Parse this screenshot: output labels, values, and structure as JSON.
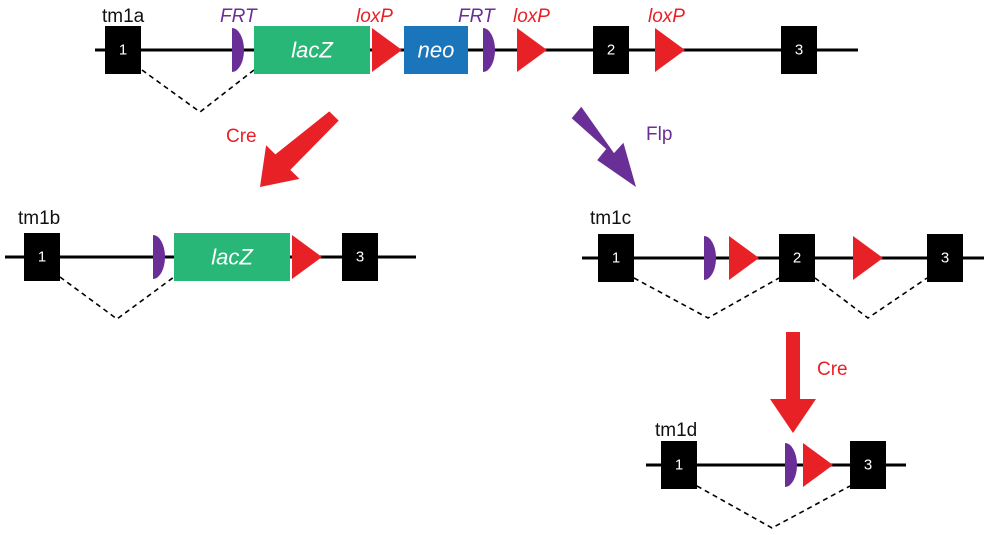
{
  "colors": {
    "exon": "#000000",
    "exon_text": "#ffffff",
    "frt": "#6a2e97",
    "loxp": "#e82127",
    "lacz": "#28b777",
    "neo": "#1b75bb",
    "cre": "#e82127",
    "flp": "#6a2e97",
    "line": "#000000"
  },
  "icons": {
    "frt_site": "purple-half-circle",
    "loxp_site": "red-triangle",
    "exon": "black-box",
    "splice": "dashed-chevron"
  },
  "alleles": {
    "tm1a": {
      "label": "tm1a",
      "site_labels": {
        "frt1": "FRT",
        "loxp1": "loxP",
        "frt2": "FRT",
        "loxp2": "loxP",
        "loxp3": "loxP"
      },
      "exon1": "1",
      "exon2": "2",
      "exon3": "3",
      "lacz": "lacZ",
      "neo": "neo"
    },
    "tm1b": {
      "label": "tm1b",
      "exon1": "1",
      "exon3": "3",
      "lacz": "lacZ"
    },
    "tm1c": {
      "label": "tm1c",
      "exon1": "1",
      "exon2": "2",
      "exon3": "3"
    },
    "tm1d": {
      "label": "tm1d",
      "exon1": "1",
      "exon3": "3"
    }
  },
  "arrows": {
    "cre_to_tm1b": "Cre",
    "flp_to_tm1c": "Flp",
    "cre_to_tm1d": "Cre"
  }
}
